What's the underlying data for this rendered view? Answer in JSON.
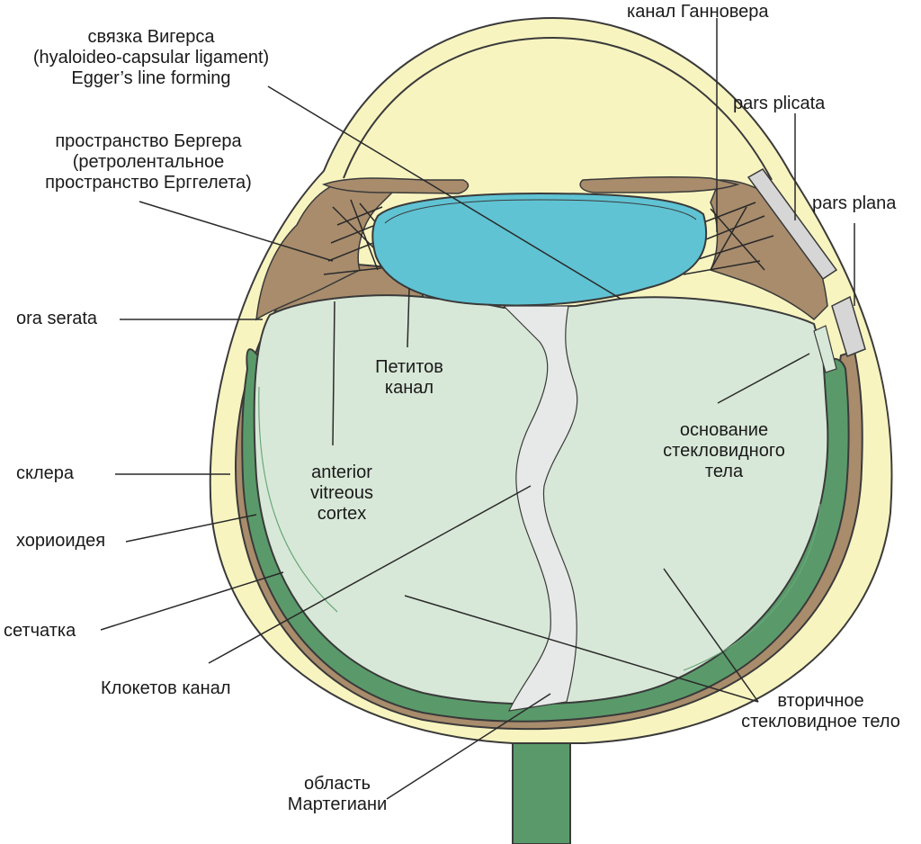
{
  "colors": {
    "sclera": "#f8f4c0",
    "outline": "#3a3a3a",
    "choroid": "#a88c6c",
    "retina": "#5a9a6a",
    "vitreous": "#d8e8d8",
    "lens": "#5fc3d3",
    "canal": "#e6e9e7",
    "pars": "#d6d6d6"
  },
  "labels": {
    "wieger": [
      "связка Вигерса",
      "(hyaloideo-capsular ligament)",
      "Egger’s line forming"
    ],
    "berger": [
      "пространство Бергера",
      "(ретролентальное",
      "пространство Ерггелета)"
    ],
    "ora_serata": "ora serata",
    "sclera": "склера",
    "choroid": "хориоидея",
    "retina": "сетчатка",
    "cloquet": "Клокетов канал",
    "martegiani": [
      "область",
      "Мартегиани"
    ],
    "hannover": "канал Ганновера",
    "pars_plicata": "pars plicata",
    "pars_plana": "pars plana",
    "vitreous_base": [
      "основание",
      "стекловидного",
      "тела"
    ],
    "secondary_vitreous": [
      "вторичное",
      "стекловидное тело"
    ],
    "petit": [
      "Петитов",
      "канал"
    ],
    "avc": [
      "anterior",
      "vitreous",
      "cortex"
    ]
  }
}
